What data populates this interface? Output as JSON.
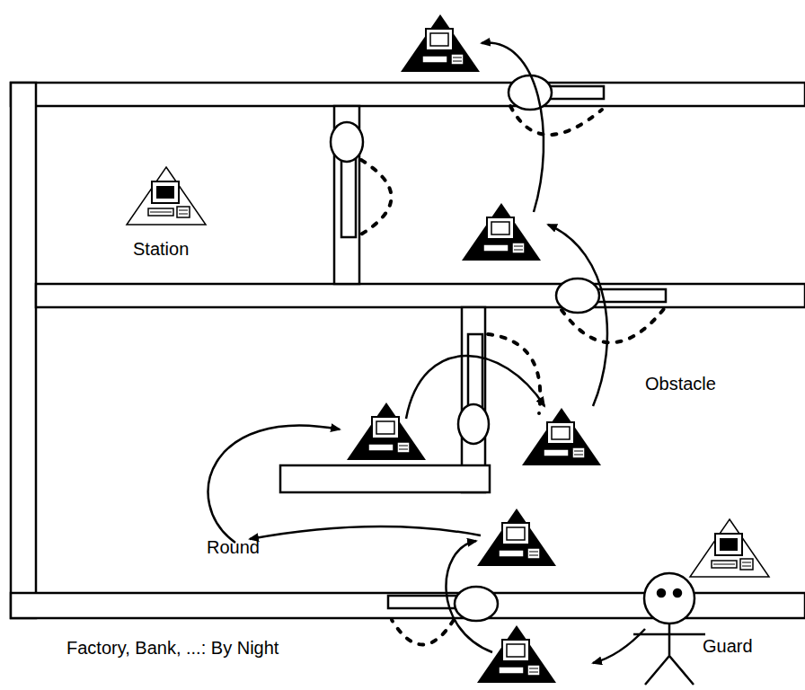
{
  "diagram": {
    "labels": [
      "Station",
      "Obstacle",
      "Round",
      "Guard",
      "Factory, Bank, ...: By Night"
    ]
  }
}
